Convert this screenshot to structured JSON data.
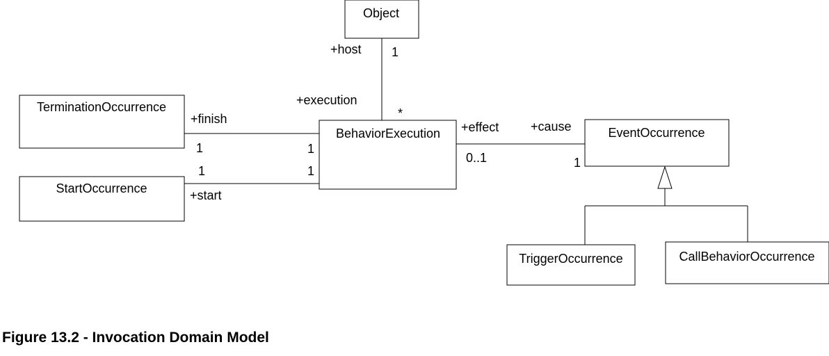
{
  "classes": {
    "object": "Object",
    "termination_occurrence": "TerminationOccurrence",
    "start_occurrence": "StartOccurrence",
    "behavior_execution": "BehaviorExecution",
    "event_occurrence": "EventOccurrence",
    "trigger_occurrence": "TriggerOccurrence",
    "call_behavior_occurrence": "CallBehaviorOccurrence"
  },
  "associations": {
    "host_execution": {
      "host_role": "+host",
      "host_multiplicity": "1",
      "execution_role": "+execution",
      "execution_multiplicity": "*"
    },
    "finish": {
      "role": "+finish",
      "termination_multiplicity": "1",
      "execution_multiplicity": "1"
    },
    "start": {
      "role": "+start",
      "start_multiplicity": "1",
      "execution_multiplicity": "1"
    },
    "effect_cause": {
      "effect_role": "+effect",
      "effect_multiplicity": "0..1",
      "cause_role": "+cause",
      "cause_multiplicity": "1"
    }
  },
  "caption": "Figure 13.2 - Invocation Domain Model"
}
